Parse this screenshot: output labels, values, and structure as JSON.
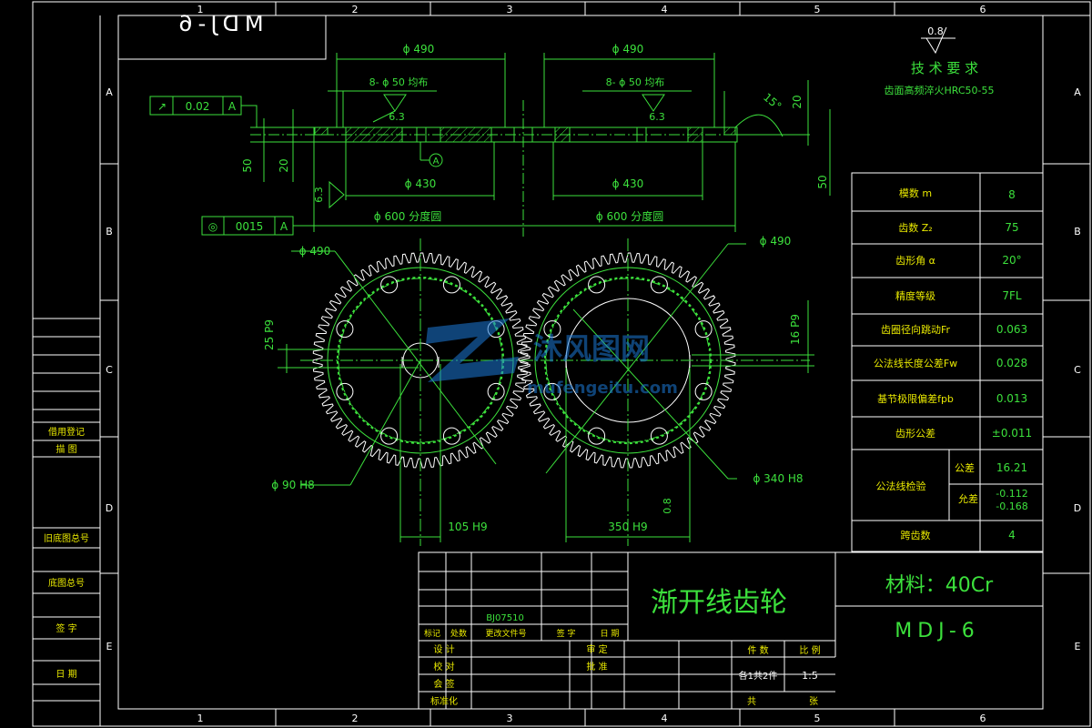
{
  "frame": {
    "col_numbers": [
      "1",
      "2",
      "3",
      "4",
      "5",
      "6"
    ],
    "row_letters": [
      "A",
      "B",
      "C",
      "D",
      "E"
    ]
  },
  "drawing_no_mirrored": "MDJ-6",
  "tech_requirements": {
    "roughness": "0.8",
    "title": "技 术 要 求",
    "line1": "齿面高频淬火HRC50-55"
  },
  "section_view": {
    "dia_490_left": "ϕ 490",
    "dia_490_right": "ϕ 490",
    "holes_left": "8- ϕ 50 均布",
    "holes_right": "8- ϕ 50 均布",
    "rough_left": "6.3",
    "rough_right": "6.3",
    "rough_bore": "6.3",
    "angle": "15°",
    "dim_20_right": "20",
    "dim_50_right": "50",
    "dim_50_left": "50",
    "dim_20_left": "20",
    "dia_430_left": "ϕ 430",
    "dia_430_right": "ϕ 430",
    "pitch_left": "ϕ 600 分度圆",
    "pitch_right": "ϕ 600 分度圆",
    "datum": "A",
    "tol_runout": {
      "symbol": "↗",
      "value": "0.02",
      "datum": "A"
    },
    "tol_concentric": {
      "symbol": "◎",
      "value": "0015",
      "datum": "A"
    }
  },
  "front_view": {
    "dia_490_left": "ϕ 490",
    "dia_490_right": "ϕ 490",
    "key_left": "25 P9",
    "key_right": "16 P9",
    "bore_left": "ϕ 90 H8",
    "bore_right": "ϕ 340 H8",
    "width_left": "105 H9",
    "width_right": "350 H9",
    "rough_small": "0.8"
  },
  "watermark": {
    "brand": "沐风图网",
    "url": "mufengeitu.com"
  },
  "gear_params": {
    "rows": [
      {
        "label": "模数 m",
        "value": "8"
      },
      {
        "label": "齿数 Z₂",
        "value": "75"
      },
      {
        "label": "齿形角 α",
        "value": "20°"
      },
      {
        "label": "精度等级",
        "value": "7FL"
      },
      {
        "label": "齿圈径向跳动Fr",
        "value": "0.063"
      },
      {
        "label": "公法线长度公差Fw",
        "value": "0.028"
      },
      {
        "label": "基节极限偏差fpb",
        "value": "0.013"
      },
      {
        "label": "齿形公差",
        "value": "±0.011"
      }
    ],
    "span_label": "公法线检验",
    "span_nominal_label": "公差",
    "span_nominal": "16.21",
    "span_dev_label": "允差",
    "span_dev_upper": "-0.112",
    "span_dev_lower": "-0.168",
    "span_teeth_label": "跨齿数",
    "span_teeth": "4"
  },
  "left_strip": {
    "labels": [
      "借用登记",
      "描  图",
      "旧底图总号",
      "底图总号",
      "签  字",
      "日  期"
    ]
  },
  "title_block": {
    "part_name": "渐开线齿轮",
    "material": "材料：40Cr",
    "drawing_no": "MDJ-6",
    "doc_code": "BJ07510",
    "rev_headers": [
      "标记",
      "处数",
      "更改文件号",
      "签  字",
      "日  期"
    ],
    "roles": [
      "设  计",
      "校  对",
      "会  签",
      "标准化"
    ],
    "review": "审  定",
    "approve": "批  准",
    "qty_label": "件  数",
    "scale_label": "比  例",
    "qty": "各1共2件",
    "scale": "1:5",
    "total_label": "共",
    "sheet_label": "张"
  }
}
